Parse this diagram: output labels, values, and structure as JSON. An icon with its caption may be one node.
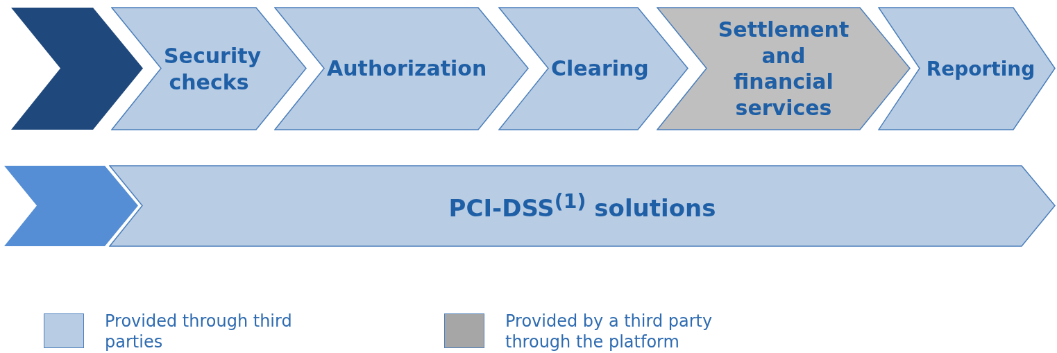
{
  "diagram": {
    "nodes": [
      {
        "text": [],
        "shape": "chevron"
      },
      {
        "text": [
          "Security checks"
        ]
      },
      {
        "text": [
          "Authorization"
        ]
      },
      {
        "text": [
          "Clearing"
        ]
      },
      {
        "text": [
          "Settlement and financial services"
        ]
      },
      {
        "text": [
          "Reporting"
        ]
      },
      {
        "text": [],
        "shape": "chevron"
      },
      {
        "text": [
          "PCI-DSS$^{(1)}$ solutions"
        ]
      }
    ],
    "legend": [
      {
        "text": "Provided through third parties",
        "color": "#b8cce4"
      },
      {
        "text": "Provided by a third party through the platform",
        "color": "#a6a6a6"
      }
    ]
  }
}
